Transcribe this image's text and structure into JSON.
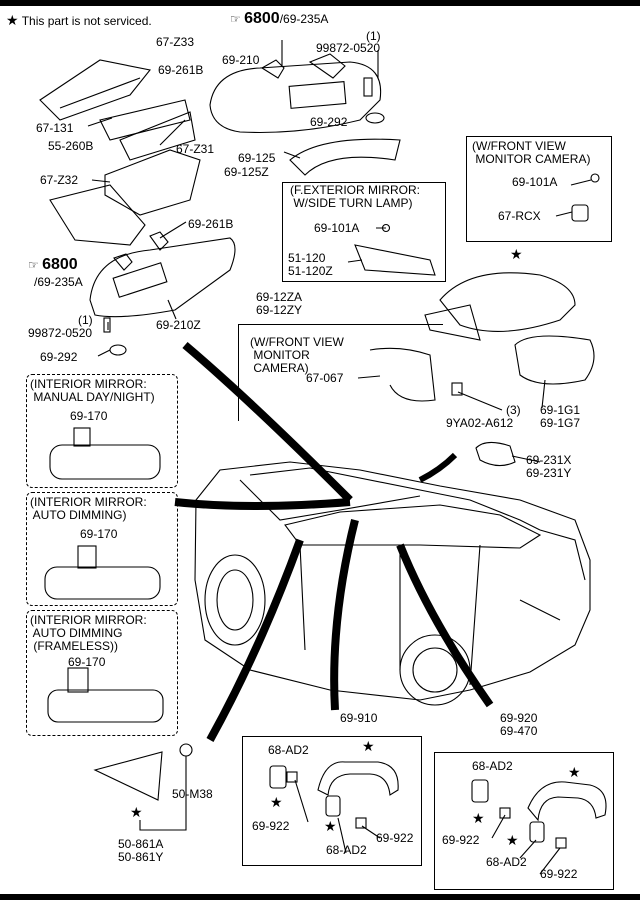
{
  "legend": {
    "star": "★",
    "note": "This part is not serviced."
  },
  "ref_top": {
    "icon": "☞",
    "num": "6800",
    "code": "/69-235A"
  },
  "ref_left": {
    "icon": "☞",
    "num": "6800",
    "code": "/69-235A"
  },
  "parts": {
    "p67z33": "67-Z33",
    "p69261b_top": "69-261B",
    "p69210": "69-210",
    "p99872_top_qty": "(1)",
    "p99872_top": "99872-0520",
    "p67131": "67-131",
    "p69292_top": "69-292",
    "p55260b": "55-260B",
    "p67z31": "67-Z31",
    "p69125": "69-125",
    "p69125z": "69-125Z",
    "p67z32": "67-Z32",
    "p69261b_mid": "69-261B",
    "p69210z": "69-210Z",
    "p99872_mid_qty": "(1)",
    "p99872_mid": "99872-0520",
    "p69292_mid": "69-292",
    "p69101a_lamp": "69-101A",
    "p51120": "51-120",
    "p51120z": "51-120Z",
    "p69101a_cam": "69-101A",
    "p67rcx": "67-RCX",
    "p6912za": "69-12ZA",
    "p6912zy": "69-12ZY",
    "p67067": "67-067",
    "p9ya02_qty": "(3)",
    "p9ya02": "9YA02-A612",
    "p691g1": "69-1G1",
    "p691g7": "69-1G7",
    "p69231x": "69-231X",
    "p69231y": "69-231Y",
    "p69170_a": "69-170",
    "p69170_b": "69-170",
    "p69170_c": "69-170",
    "p50m38": "50-M38",
    "p50861a": "50-861A",
    "p50861y": "50-861Y",
    "p69910": "69-910",
    "p68ad2_a": "68-AD2",
    "p69922_a": "69-922",
    "p68ad2_b": "68-AD2",
    "p69922_b": "69-922",
    "p69920": "69-920",
    "p69470": "69-470",
    "p68ad2_c": "68-AD2",
    "p69922_c": "69-922",
    "p68ad2_d": "68-AD2",
    "p69922_d": "69-922"
  },
  "groups": {
    "ext_lamp": "(F.EXTERIOR MIRROR:\n W/SIDE TURN LAMP)",
    "front_cam": "(W/FRONT VIEW\n MONITOR CAMERA)",
    "front_cam2": "(W/FRONT VIEW\n MONITOR\n CAMERA)",
    "int_manual": "(INTERIOR MIRROR:\n MANUAL DAY/NIGHT)",
    "int_auto": "(INTERIOR MIRROR:\n AUTO DIMMING)",
    "int_frameless": "(INTERIOR MIRROR:\n AUTO DIMMING\n (FRAMELESS))"
  }
}
